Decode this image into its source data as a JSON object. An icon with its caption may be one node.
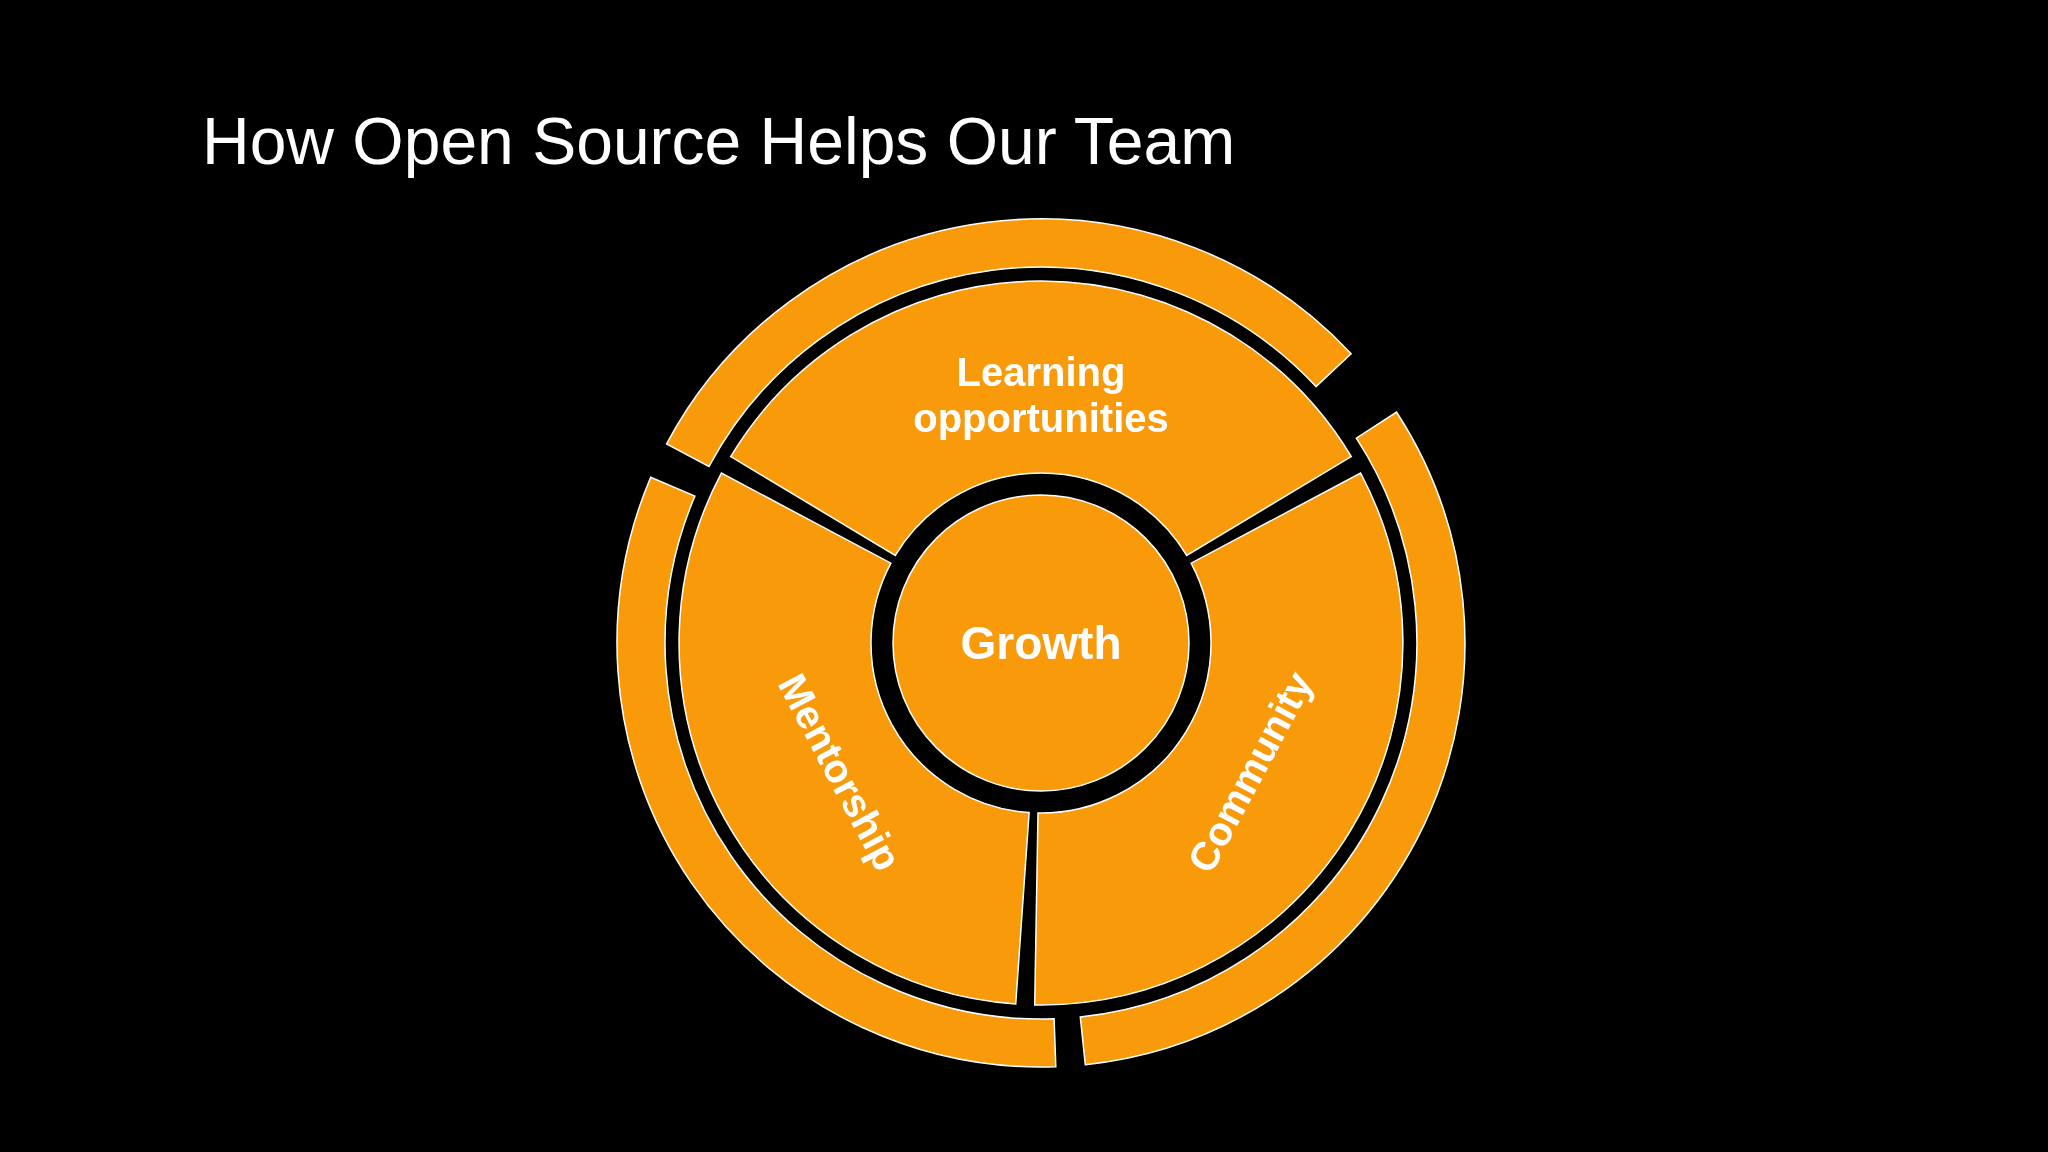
{
  "diagram": {
    "title": "How Open Source Helps Our Team",
    "nodes": [
      {
        "text": [
          "Learning opportunities"
        ]
      },
      {
        "text": [
          "Mentorship"
        ]
      },
      {
        "text": [
          "Growth"
        ]
      },
      {
        "text": [
          "Community"
        ]
      },
      {
        "text": [],
        "shape": "band"
      },
      {
        "text": [],
        "shape": "band"
      },
      {
        "text": [],
        "shape": "band"
      }
    ],
    "edges": []
  }
}
